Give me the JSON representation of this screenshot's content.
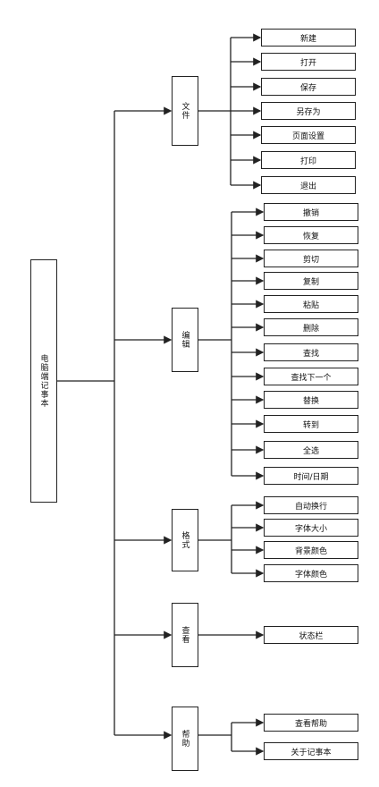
{
  "root": {
    "label": "电脑端记事本"
  },
  "categories": [
    {
      "id": "file",
      "label": "文件",
      "items": [
        "新建",
        "打开",
        "保存",
        "另存为",
        "页面设置",
        "打印",
        "退出"
      ]
    },
    {
      "id": "edit",
      "label": "编辑",
      "items": [
        "撤销",
        "恢复",
        "剪切",
        "复制",
        "粘贴",
        "删除",
        "查找",
        "查找下一个",
        "替换",
        "转到",
        "全选",
        "时间/日期"
      ]
    },
    {
      "id": "format",
      "label": "格式",
      "items": [
        "自动换行",
        "字体大小",
        "背景颜色",
        "字体颜色"
      ]
    },
    {
      "id": "view",
      "label": "查看",
      "items": [
        "状态栏"
      ]
    },
    {
      "id": "help",
      "label": "帮助",
      "items": [
        "查看帮助",
        "关于记事本"
      ]
    }
  ]
}
